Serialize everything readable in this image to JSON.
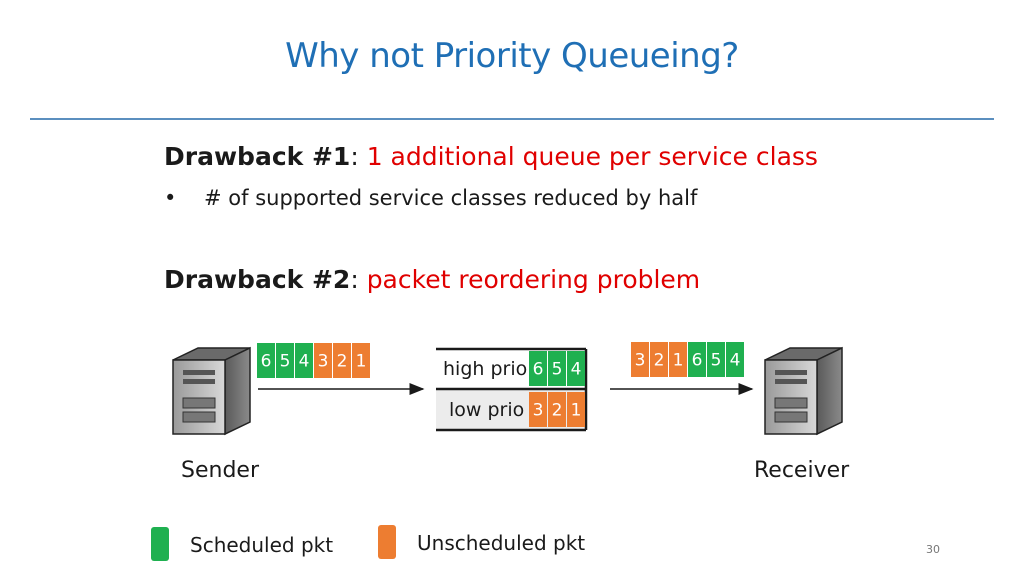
{
  "title": "Why not Priority Queueing?",
  "drawback1": {
    "label": "Drawback #1",
    "sep": ": ",
    "text": "1 additional queue per service class",
    "bullet": "•",
    "bullet_text": "# of supported service classes reduced by half"
  },
  "drawback2": {
    "label": "Drawback #2",
    "sep": ": ",
    "text": "packet reordering problem"
  },
  "diagram": {
    "sender_label": "Sender",
    "receiver_label": "Receiver",
    "queue_high_label": "high prio",
    "queue_low_label": "low prio",
    "sender_packets": [
      {
        "num": "6",
        "kind": "scheduled"
      },
      {
        "num": "5",
        "kind": "scheduled"
      },
      {
        "num": "4",
        "kind": "scheduled"
      },
      {
        "num": "3",
        "kind": "unscheduled"
      },
      {
        "num": "2",
        "kind": "unscheduled"
      },
      {
        "num": "1",
        "kind": "unscheduled"
      }
    ],
    "high_queue_packets": [
      {
        "num": "6",
        "kind": "scheduled"
      },
      {
        "num": "5",
        "kind": "scheduled"
      },
      {
        "num": "4",
        "kind": "scheduled"
      }
    ],
    "low_queue_packets": [
      {
        "num": "3",
        "kind": "unscheduled"
      },
      {
        "num": "2",
        "kind": "unscheduled"
      },
      {
        "num": "1",
        "kind": "unscheduled"
      }
    ],
    "receiver_packets": [
      {
        "num": "3",
        "kind": "unscheduled"
      },
      {
        "num": "2",
        "kind": "unscheduled"
      },
      {
        "num": "1",
        "kind": "unscheduled"
      },
      {
        "num": "6",
        "kind": "scheduled"
      },
      {
        "num": "5",
        "kind": "scheduled"
      },
      {
        "num": "4",
        "kind": "scheduled"
      }
    ]
  },
  "legend": {
    "scheduled_label": "Scheduled pkt",
    "unscheduled_label": "Unscheduled pkt"
  },
  "colors": {
    "title": "#1f6fb5",
    "highlight": "#e00000",
    "scheduled": "#1fb050",
    "unscheduled": "#ed7d31"
  },
  "page_number": "30"
}
